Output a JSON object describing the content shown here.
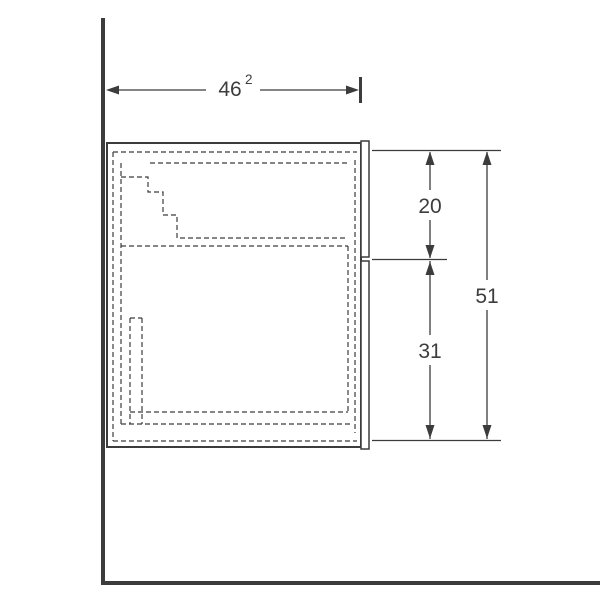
{
  "page": {
    "background": "#ffffff"
  },
  "drawing": {
    "type": "technical-dimension-drawing",
    "subject": "wall-hung-cabinet-side-section",
    "colors": {
      "line": "#3c3c3c",
      "text": "#3d3d3d"
    },
    "dimensions": {
      "width": {
        "value": "46",
        "superscript": "2"
      },
      "upper_height": {
        "value": "20"
      },
      "lower_height": {
        "value": "31"
      },
      "total_height": {
        "value": "51"
      }
    }
  }
}
